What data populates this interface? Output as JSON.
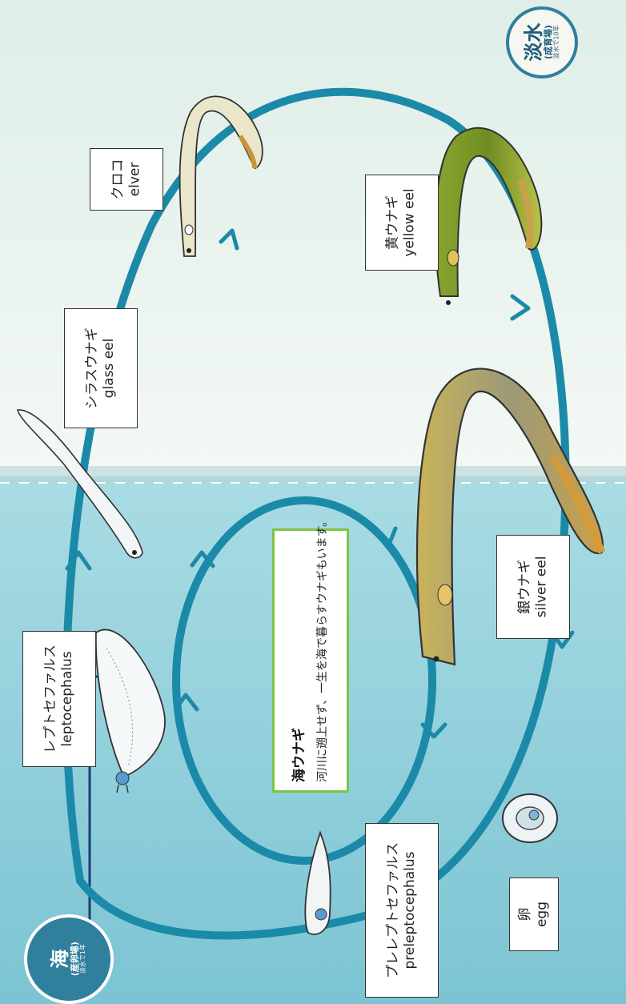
{
  "zones": {
    "sea": {
      "name": "海",
      "sub": "(産卵場)",
      "note": "淡水で1年",
      "color": "#2f7f9d"
    },
    "freshwater": {
      "name": "淡水",
      "sub": "(成育場)",
      "note": "淡水で10年",
      "color": "#2f7f9d"
    }
  },
  "stages": [
    {
      "jp": "卵",
      "en": "egg"
    },
    {
      "jp": "プレレプトセファルス",
      "en": "preleptocephalus"
    },
    {
      "jp": "レプトセファルス",
      "en": "leptocephalus"
    },
    {
      "jp": "シラスウナギ",
      "en": "glass eel"
    },
    {
      "jp": "クロコ",
      "en": "elver"
    },
    {
      "jp": "黄ウナギ",
      "en": "yellow eel"
    },
    {
      "jp": "銀ウナギ",
      "en": "silver eel"
    }
  ],
  "note": {
    "title": "海ウナギ",
    "body": "河川に遡上せず、一生を海で暮らすウナギもいます。"
  },
  "colors": {
    "cycle": "#1b8aa8",
    "sea_water": "#8dcfdb",
    "fresh_water": "#e8f2ee",
    "note_border": "#7cc443"
  }
}
